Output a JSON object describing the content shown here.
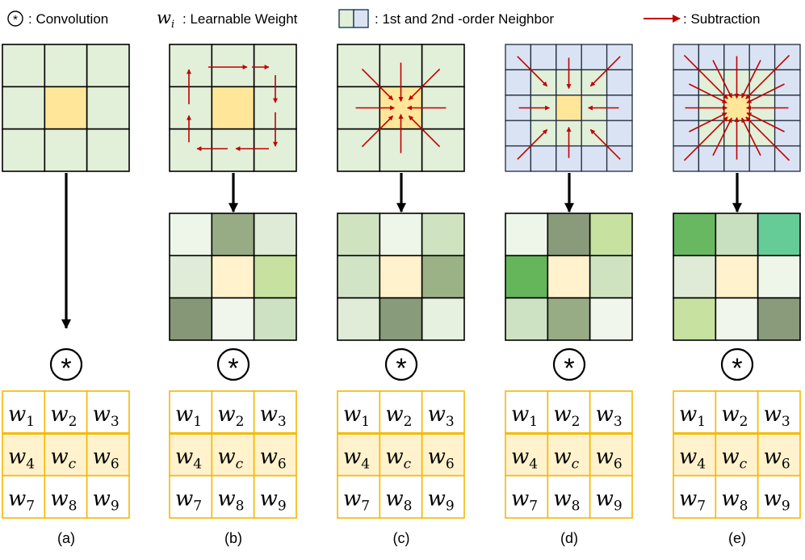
{
  "legend": {
    "convolution_symbol": "*",
    "convolution_label": ": Convolution",
    "weight_symbol_base": "w",
    "weight_symbol_sub": "i",
    "weight_label": ": Learnable Weight",
    "neighbor_label": ": 1st and 2nd -order Neighbor",
    "subtraction_label": ": Subtraction"
  },
  "colors": {
    "grid_fill": "#e2efd9",
    "grid_center": "#ffe699",
    "outer_ring": "#dae3f3",
    "arrow": "#c00000",
    "weight_border": "#f5b800",
    "weight_mid_row": "#fff2cc"
  },
  "operator": "*",
  "weights": [
    [
      {
        "b": "w",
        "s": "1"
      },
      {
        "b": "w",
        "s": "2"
      },
      {
        "b": "w",
        "s": "3"
      }
    ],
    [
      {
        "b": "w",
        "s": "4"
      },
      {
        "b": "w",
        "s": "c"
      },
      {
        "b": "w",
        "s": "6"
      }
    ],
    [
      {
        "b": "w",
        "s": "7"
      },
      {
        "b": "w",
        "s": "8"
      },
      {
        "b": "w",
        "s": "9"
      }
    ]
  ],
  "panels": [
    {
      "id": "a",
      "label": "(a)",
      "input_variant": "plain",
      "diff_colors": null
    },
    {
      "id": "b",
      "label": "(b)",
      "input_variant": "ring-cycle",
      "diff_colors": [
        "#eef5e9",
        "#97ac85",
        "#dfebd6",
        "#e0ecd7",
        "#fff2cc",
        "#c6e1a0",
        "#869777",
        "#f0f6ec",
        "#cde2c2"
      ]
    },
    {
      "id": "c",
      "label": "(c)",
      "input_variant": "center-in",
      "diff_colors": [
        "#cfe3c1",
        "#eef5e9",
        "#cfe3c1",
        "#d2e4c6",
        "#fff2cc",
        "#9bb286",
        "#e0ecd7",
        "#889b7a",
        "#e6f1df"
      ]
    },
    {
      "id": "d",
      "label": "(d)",
      "input_variant": "5x5-first-order",
      "diff_colors": [
        "#eef5e9",
        "#8a9b7c",
        "#c6e1a0",
        "#65b55a",
        "#fff2cc",
        "#cfe3c1",
        "#cde2c2",
        "#97ac85",
        "#f0f6ec"
      ]
    },
    {
      "id": "e",
      "label": "(e)",
      "input_variant": "5x5-both-orders",
      "diff_colors": [
        "#68b861",
        "#c9e0c0",
        "#65cc98",
        "#dfebd6",
        "#fff2cc",
        "#eef5e9",
        "#c6e1a0",
        "#f0f6ec",
        "#8a9b7c"
      ]
    }
  ]
}
